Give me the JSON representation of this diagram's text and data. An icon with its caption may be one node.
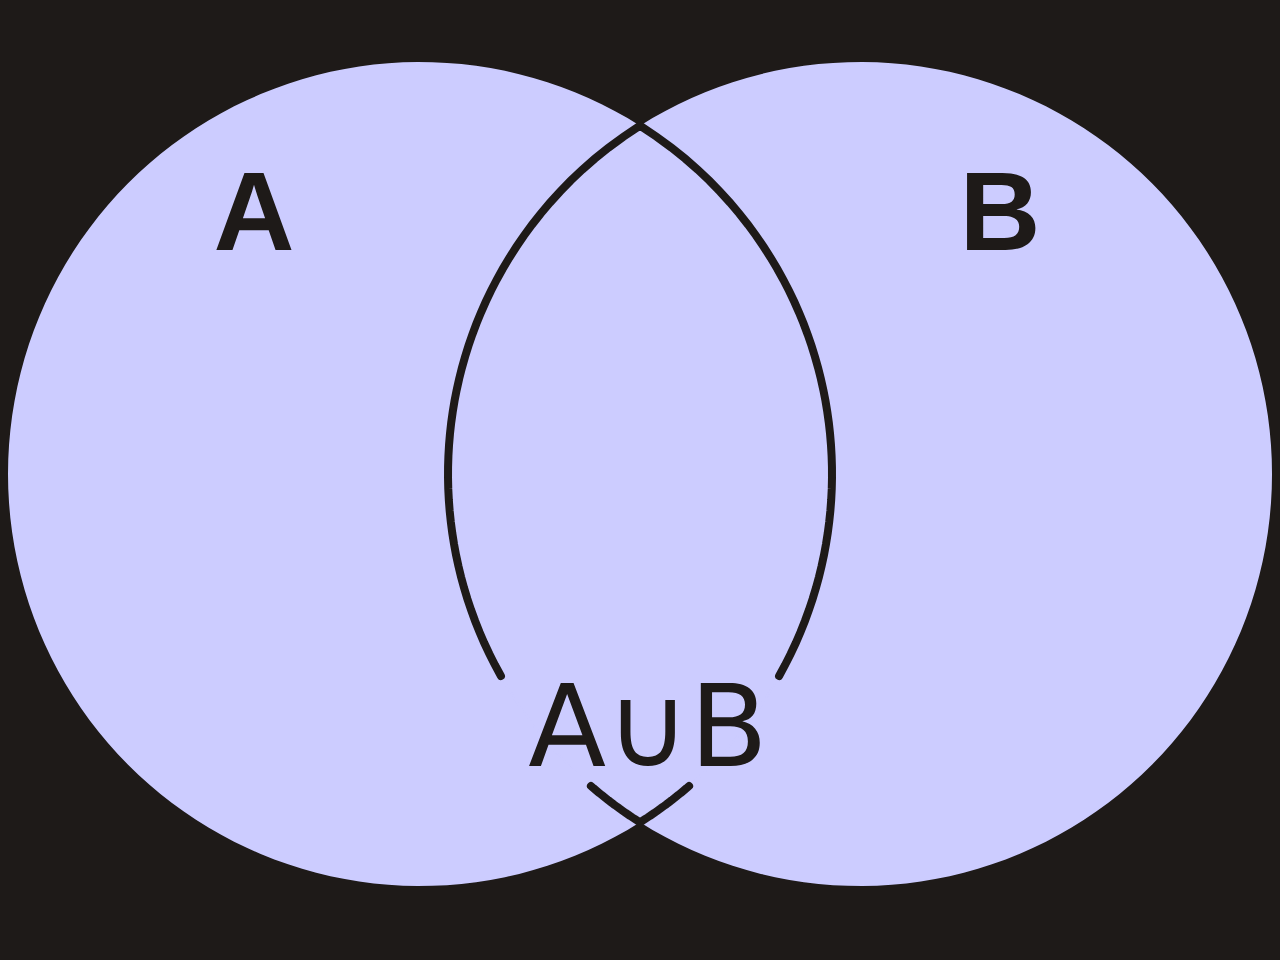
{
  "diagram": {
    "nodes": [
      {
        "text": [
          "A"
        ]
      },
      {
        "text": [
          "B"
        ]
      },
      {
        "text": [
          "A∪B"
        ]
      }
    ]
  }
}
